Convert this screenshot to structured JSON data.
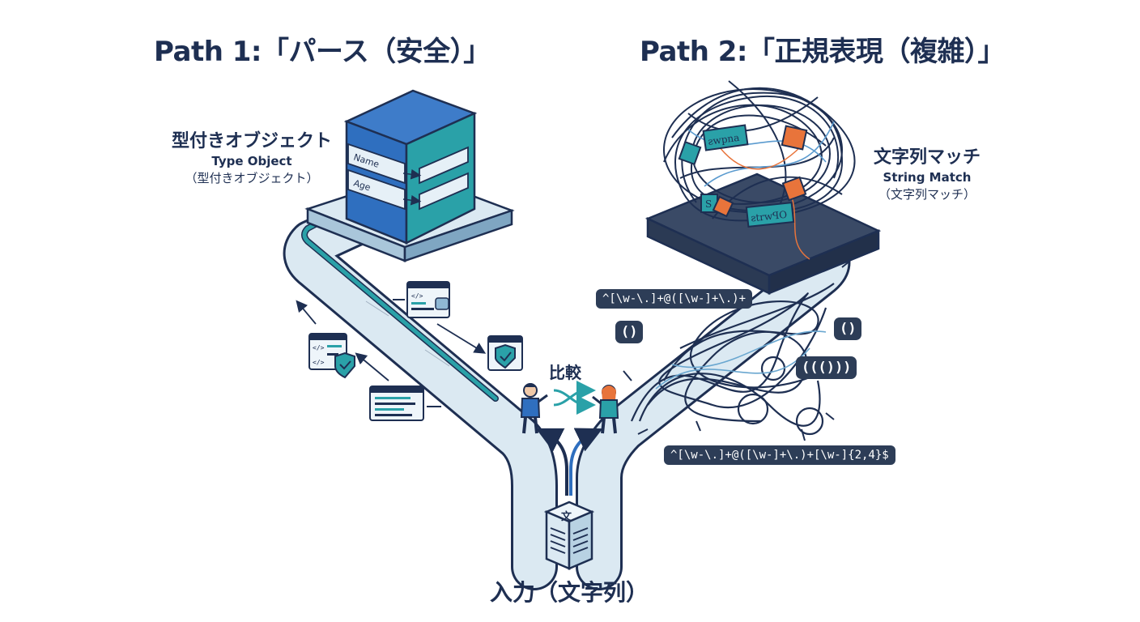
{
  "titles": {
    "path1": "Path 1:「パース（安全）」",
    "path2": "Path 2:「正規表現（複雑）」"
  },
  "type_object": {
    "jp": "型付きオブジェクト",
    "en": "Type Object",
    "sub": "（型付きオブジェクト）",
    "fields": [
      "Name",
      "Age"
    ]
  },
  "string_match": {
    "jp": "文字列マッチ",
    "en": "String Match",
    "sub": "（文字列マッチ）",
    "tags": [
      "ƨwpna",
      "ƨtrwꟼO",
      "S"
    ]
  },
  "compare": "比較",
  "input": "入力（文字列）",
  "input_glyph": "文",
  "code_glyph": "</>",
  "regex": {
    "short": "^[\\w-\\.]+@([\\w-]+\\.)+",
    "full": "^[\\w-\\.]+@([\\w-]+\\.)+[\\w-]{2,4}$",
    "parens": [
      "()",
      "()",
      "((()))"
    ]
  },
  "colors": {
    "navy": "#1e2f52",
    "cube_blue": "#2f6fbf",
    "teal": "#2aa1a8",
    "path_light": "#dbe9f2",
    "orange": "#e8743b",
    "regex_bg": "#2d3d57"
  }
}
